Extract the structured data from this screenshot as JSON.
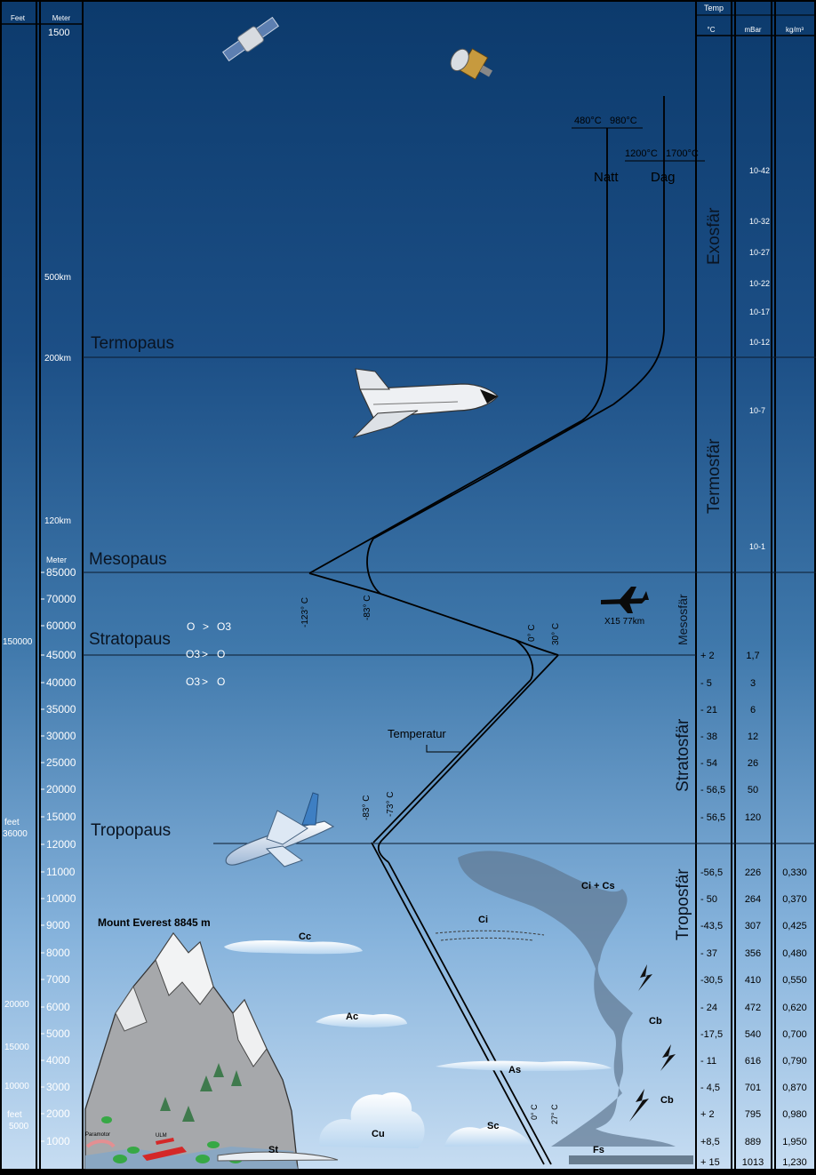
{
  "header": {
    "feet": "Feet",
    "meter": "Meter",
    "temp": "Temp",
    "unit_c": "°C",
    "unit_mbar": "mBar",
    "unit_kg": "kg/m³"
  },
  "layers": {
    "termopaus": "Termopaus",
    "mesopaus": "Mesopaus",
    "stratopaus": "Stratopaus",
    "tropopaus": "Tropopaus",
    "exosfar": "Exosfär",
    "termosfar": "Termosfär",
    "mesosfar": "Mesosfär",
    "stratosfar": "Stratosfär",
    "troposfar": "Troposfär"
  },
  "meter_labels": {
    "m1500": "1500",
    "km500": "500km",
    "km200": "200km",
    "km120": "120km",
    "meter_word": "Meter"
  },
  "meter_ticks": [
    "85000",
    "70000",
    "60000",
    "45000",
    "40000",
    "35000",
    "30000",
    "25000",
    "20000",
    "15000",
    "12000",
    "11000",
    "10000",
    "9000",
    "8000",
    "7000",
    "6000",
    "5000",
    "4000",
    "3000",
    "2000",
    "1000"
  ],
  "feet_labels": {
    "f150000": "150000",
    "feet_a": "feet",
    "f36000": "36000",
    "f20000": "20000",
    "f15000": "15000",
    "f10000": "10000",
    "feet_b": "feet",
    "f5000": "5000"
  },
  "temp_markers": {
    "natt_range": "480°C",
    "dag_range_1": "980°C",
    "dag_low": "1200°C",
    "dag_high": "1700°C",
    "natt": "Natt",
    "dag": "Dag",
    "m123": "-123° C",
    "m83a": "-83° C",
    "c0a": "0° C",
    "c30": "30° C",
    "m83b": "-83° C",
    "m73": "-73° C",
    "c0b": "0° C",
    "c27": "27° C",
    "temperatur": "Temperatur"
  },
  "ozone": {
    "row1_o": "O",
    "row1_gt": ">",
    "row1_o3": "O3",
    "row2_o3": "O3",
    "row2_gt": ">",
    "row2_o": "O",
    "row3_o3": "O3",
    "row3_gt": ">",
    "row3_o": "O"
  },
  "exo_density": [
    "10-42",
    "10-32",
    "10-27",
    "10-22",
    "10-17",
    "10-12",
    "10-7",
    "10-1"
  ],
  "x15": "X15  77km",
  "everest": "Mount Everest 8845 m",
  "clouds": {
    "cc": "Cc",
    "ci": "Ci",
    "ci_cs": "Ci + Cs",
    "ac": "Ac",
    "as": "As",
    "cb1": "Cb",
    "cb2": "Cb",
    "sc": "Sc",
    "cu": "Cu",
    "st": "St",
    "fs": "Fs"
  },
  "aircraft_labels": {
    "paramotor": "Paramotor",
    "ulm": "ULM"
  },
  "table_rows": [
    {
      "t": "+ 2",
      "p": "1,7",
      "d": ""
    },
    {
      "t": "- 5",
      "p": "3",
      "d": ""
    },
    {
      "t": "- 21",
      "p": "6",
      "d": ""
    },
    {
      "t": "- 38",
      "p": "12",
      "d": ""
    },
    {
      "t": "- 54",
      "p": "26",
      "d": ""
    },
    {
      "t": "- 56,5",
      "p": "50",
      "d": ""
    },
    {
      "t": "- 56,5",
      "p": "120",
      "d": ""
    },
    {
      "t": "-56,5",
      "p": "226",
      "d": "0,330"
    },
    {
      "t": "- 50",
      "p": "264",
      "d": "0,370"
    },
    {
      "t": "-43,5",
      "p": "307",
      "d": "0,425"
    },
    {
      "t": "- 37",
      "p": "356",
      "d": "0,480"
    },
    {
      "t": "-30,5",
      "p": "410",
      "d": "0,550"
    },
    {
      "t": "- 24",
      "p": "472",
      "d": "0,620"
    },
    {
      "t": "-17,5",
      "p": "540",
      "d": "0,700"
    },
    {
      "t": "- 11",
      "p": "616",
      "d": "0,790"
    },
    {
      "t": "- 4,5",
      "p": "701",
      "d": "0,870"
    },
    {
      "t": "+ 2",
      "p": "795",
      "d": "0,980"
    },
    {
      "t": "+8,5",
      "p": "889",
      "d": "1,950"
    },
    {
      "t": "+ 15",
      "p": "1013",
      "d": "1,230"
    }
  ],
  "colors": {
    "sky_top": "#0d3c6e",
    "sky_mid": "#3f78ab",
    "sky_bottom": "#c3daf0"
  }
}
